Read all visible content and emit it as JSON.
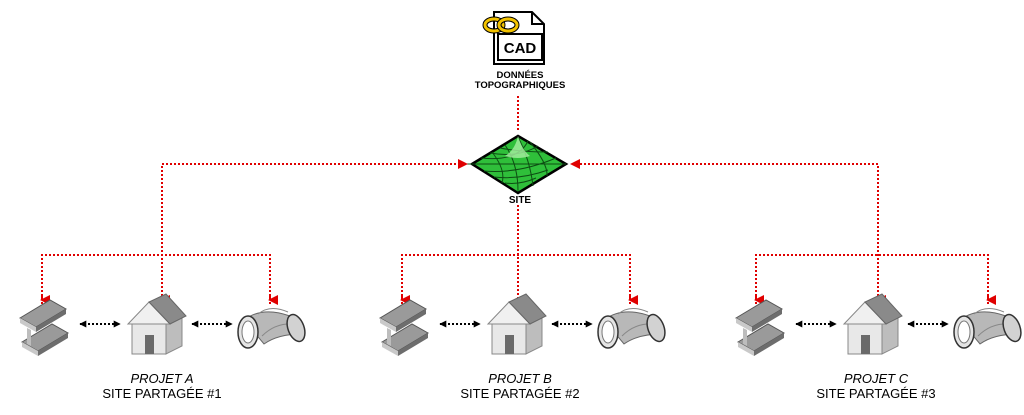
{
  "cad": {
    "badge": "CAD",
    "line1": "DONNÉES",
    "line2": "TOPOGRAPHIQUES"
  },
  "site": {
    "label": "SITE"
  },
  "projects": [
    {
      "name": "PROJET A",
      "sub": "SITE PARTAGÉE #1"
    },
    {
      "name": "PROJET B",
      "sub": "SITE PARTAGÉE #2"
    },
    {
      "name": "PROJET C",
      "sub": "SITE PARTAGÉE #3"
    }
  ],
  "colors": {
    "connector": "#e00000",
    "terrain": "#2fbf3a",
    "link": "#000000",
    "chain": "#f2c200"
  },
  "icons": [
    "cad-file-icon",
    "terrain-mesh-icon",
    "steel-beam-icon",
    "house-icon",
    "duct-elbow-icon"
  ]
}
